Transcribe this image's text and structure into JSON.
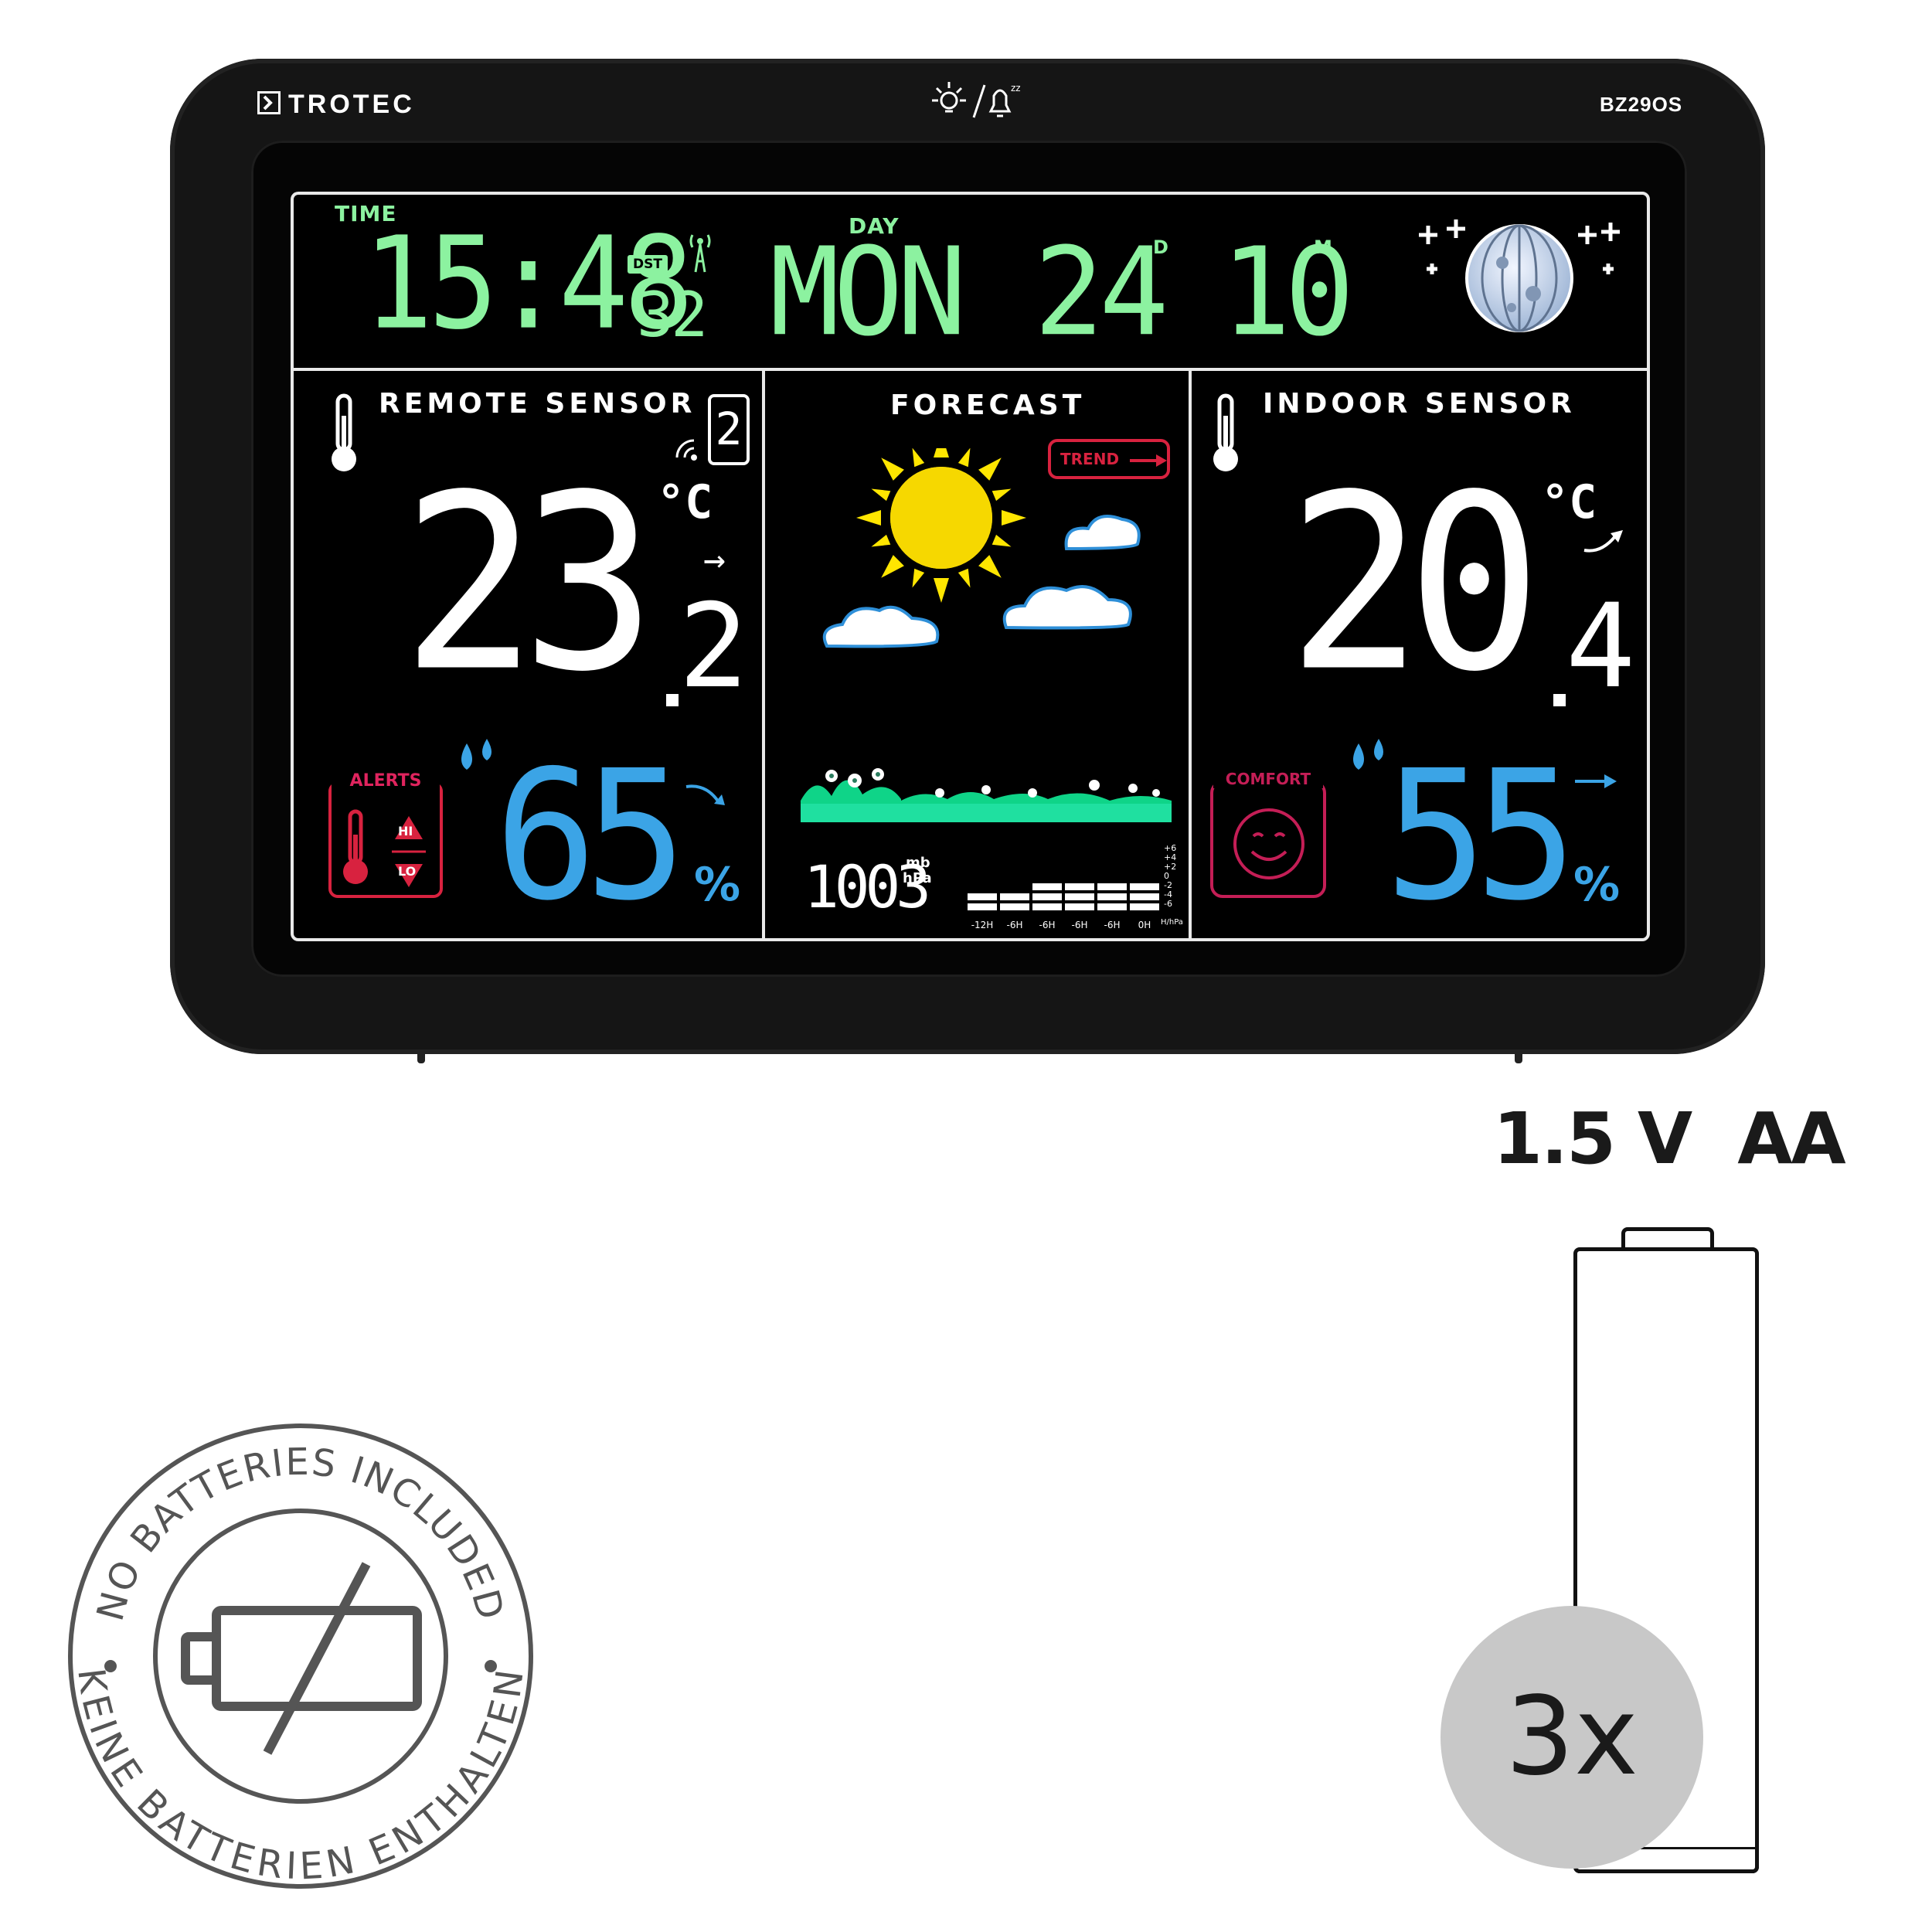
{
  "brand": "TROTEC",
  "model": "BZ29OS",
  "time": {
    "label": "TIME",
    "value": "15:48",
    "dst_label": "DST",
    "seconds": "32"
  },
  "date": {
    "label": "DAY",
    "weekday": "MON",
    "day": "24",
    "day_unit": "D",
    "month": "10",
    "month_unit": "M"
  },
  "remote": {
    "title": "REMOTE SENSOR",
    "channel": "2",
    "temp_int": "23",
    "temp_dec": "2",
    "temp_unit": "°C",
    "trend_arrow": "→",
    "humidity": "65",
    "humidity_unit": "%",
    "alerts_label": "ALERTS",
    "hi_label": "HI",
    "lo_label": "LO"
  },
  "forecast": {
    "title": "FORECAST",
    "trend_label": "TREND",
    "pressure": "1003",
    "pressure_unit_mb": "mb",
    "pressure_unit_hpa": "hPa",
    "history_labels": [
      "-12H",
      "-6H",
      "-6H",
      "-6H",
      "-6H",
      "0H"
    ],
    "history_levels": [
      2,
      2,
      3,
      3,
      3,
      3
    ],
    "scale_labels": [
      "+6",
      "+4",
      "+2",
      "0",
      "-2",
      "-4",
      "-6"
    ],
    "scale_unit": "H/hPa"
  },
  "indoor": {
    "title": "INDOOR SENSOR",
    "temp_int": "20",
    "temp_dec": "4",
    "temp_unit": "°C",
    "humidity": "55",
    "humidity_unit": "%",
    "comfort_label": "COMFORT"
  },
  "battery_spec": "1.5 V  AA",
  "battery_count": "3x",
  "no_batteries_text_top": "NO BATTERIES INCLUDED",
  "no_batteries_text_bottom": "KEINE BATTERIEN ENTHALTEN",
  "colors": {
    "lcd_green": "#8cf2a0",
    "humidity_blue": "#3ba4e6",
    "alert_red": "#d8223f",
    "comfort_pink": "#c41e56",
    "sun_yellow": "#ffe600"
  }
}
